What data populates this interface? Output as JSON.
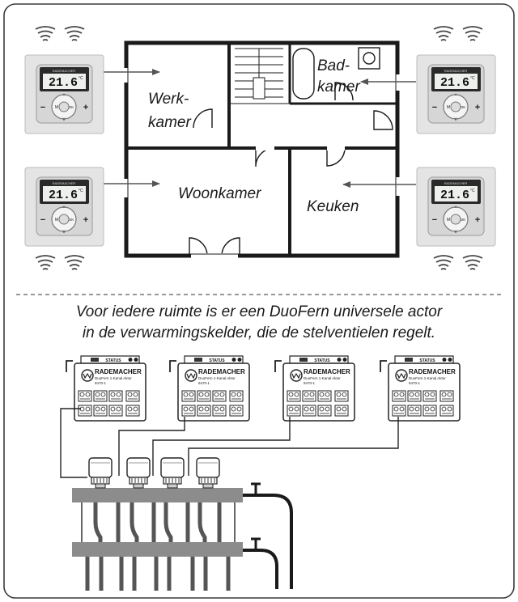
{
  "rooms": {
    "werkkamer": [
      "Werk-",
      "kamer"
    ],
    "badkamer": [
      "Bad-",
      "kamer"
    ],
    "woonkamer": "Woonkamer",
    "keuken": "Keuken"
  },
  "thermostat": {
    "brand": "RADEMACHER",
    "temperature": "21.6",
    "unit": "°C",
    "buttons": {
      "minus": "−",
      "plus": "+",
      "mode": "M",
      "ok": "OK",
      "up": "^",
      "down": "v"
    }
  },
  "caption": {
    "line1": "Voor iedere ruimte is er een DuoFern universele actor",
    "line2": "in de verwarmingskelder, die de stelventielen regelt."
  },
  "actuator": {
    "status_label": "STATUS",
    "brand": "RADEMACHER",
    "model_name": "DuoFern 1-Kanal Aktor",
    "model_number": "9470-1",
    "count": 4
  }
}
